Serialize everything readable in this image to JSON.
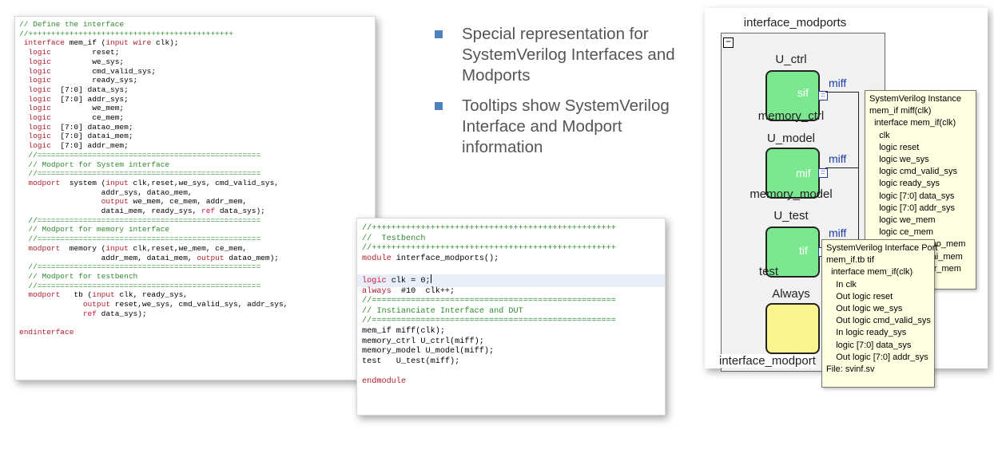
{
  "code_interface": {
    "lines": [
      [
        [
          "c",
          "// Define the interface"
        ]
      ],
      [
        [
          "c",
          "//+++++++++++++++++++++++++++++++++++++++++++++"
        ]
      ],
      [
        [
          "t",
          " "
        ],
        [
          "k",
          "interface"
        ],
        [
          "t",
          " mem_if ("
        ],
        [
          "k",
          "input"
        ],
        [
          "t",
          " "
        ],
        [
          "k",
          "wire"
        ],
        [
          "t",
          " clk);"
        ]
      ],
      [
        [
          "t",
          "  "
        ],
        [
          "k",
          "logic"
        ],
        [
          "t",
          "         reset;"
        ]
      ],
      [
        [
          "t",
          "  "
        ],
        [
          "k",
          "logic"
        ],
        [
          "t",
          "         we_sys;"
        ]
      ],
      [
        [
          "t",
          "  "
        ],
        [
          "k",
          "logic"
        ],
        [
          "t",
          "         cmd_valid_sys;"
        ]
      ],
      [
        [
          "t",
          "  "
        ],
        [
          "k",
          "logic"
        ],
        [
          "t",
          "         ready_sys;"
        ]
      ],
      [
        [
          "t",
          "  "
        ],
        [
          "k",
          "logic"
        ],
        [
          "t",
          "  [7:0] data_sys;"
        ]
      ],
      [
        [
          "t",
          "  "
        ],
        [
          "k",
          "logic"
        ],
        [
          "t",
          "  [7:0] addr_sys;"
        ]
      ],
      [
        [
          "t",
          "  "
        ],
        [
          "k",
          "logic"
        ],
        [
          "t",
          "         we_mem;"
        ]
      ],
      [
        [
          "t",
          "  "
        ],
        [
          "k",
          "logic"
        ],
        [
          "t",
          "         ce_mem;"
        ]
      ],
      [
        [
          "t",
          "  "
        ],
        [
          "k",
          "logic"
        ],
        [
          "t",
          "  [7:0] datao_mem;"
        ]
      ],
      [
        [
          "t",
          "  "
        ],
        [
          "k",
          "logic"
        ],
        [
          "t",
          "  [7:0] datai_mem;"
        ]
      ],
      [
        [
          "t",
          "  "
        ],
        [
          "k",
          "logic"
        ],
        [
          "t",
          "  [7:0] addr_mem;"
        ]
      ],
      [
        [
          "c",
          "  //================================================="
        ]
      ],
      [
        [
          "c",
          "  // Modport for System interface"
        ]
      ],
      [
        [
          "c",
          "  //================================================="
        ]
      ],
      [
        [
          "t",
          "  "
        ],
        [
          "k",
          "modport"
        ],
        [
          "t",
          "  system ("
        ],
        [
          "k",
          "input"
        ],
        [
          "t",
          " clk,reset,we_sys, cmd_valid_sys,"
        ]
      ],
      [
        [
          "t",
          "                  addr_sys, datao_mem,"
        ]
      ],
      [
        [
          "t",
          "                  "
        ],
        [
          "k",
          "output"
        ],
        [
          "t",
          " we_mem, ce_mem, addr_mem,"
        ]
      ],
      [
        [
          "t",
          "                  datai_mem, ready_sys, "
        ],
        [
          "r",
          "ref"
        ],
        [
          "t",
          " data_sys);"
        ]
      ],
      [
        [
          "c",
          "  //================================================="
        ]
      ],
      [
        [
          "c",
          "  // Modport for memory interface"
        ]
      ],
      [
        [
          "c",
          "  //================================================="
        ]
      ],
      [
        [
          "t",
          "  "
        ],
        [
          "k",
          "modport"
        ],
        [
          "t",
          "  memory ("
        ],
        [
          "k",
          "input"
        ],
        [
          "t",
          " clk,reset,we_mem, ce_mem,"
        ]
      ],
      [
        [
          "t",
          "                  addr_mem, datai_mem, "
        ],
        [
          "k",
          "output"
        ],
        [
          "t",
          " datao_mem);"
        ]
      ],
      [
        [
          "c",
          "  //================================================="
        ]
      ],
      [
        [
          "c",
          "  // Modport for testbench"
        ]
      ],
      [
        [
          "c",
          "  //================================================="
        ]
      ],
      [
        [
          "t",
          "  "
        ],
        [
          "k",
          "modport"
        ],
        [
          "t",
          "   tb ("
        ],
        [
          "k",
          "input"
        ],
        [
          "t",
          " clk, ready_sys,"
        ]
      ],
      [
        [
          "t",
          "              "
        ],
        [
          "k",
          "output"
        ],
        [
          "t",
          " reset,we_sys, cmd_valid_sys, addr_sys,"
        ]
      ],
      [
        [
          "t",
          "              "
        ],
        [
          "r",
          "ref"
        ],
        [
          "t",
          " data_sys);"
        ]
      ],
      [
        [
          "t",
          ""
        ]
      ],
      [
        [
          "k",
          "endinterface"
        ]
      ]
    ]
  },
  "code_testbench": {
    "lines": [
      [
        [
          "c",
          "//++++++++++++++++++++++++++++++++++++++++++++++++++"
        ]
      ],
      [
        [
          "c",
          "//  Testbench"
        ]
      ],
      [
        [
          "c",
          "//++++++++++++++++++++++++++++++++++++++++++++++++++"
        ]
      ],
      [
        [
          "k",
          "module"
        ],
        [
          "t",
          " interface_modports();"
        ]
      ],
      [
        [
          "t",
          ""
        ]
      ],
      [
        [
          "r",
          "logic"
        ],
        [
          "t",
          " clk = 0;"
        ],
        [
          "cursor",
          ""
        ]
      ],
      [
        [
          "k",
          "always"
        ],
        [
          "t",
          "  #10  clk++;"
        ]
      ],
      [
        [
          "c",
          "//=================================================="
        ]
      ],
      [
        [
          "c",
          "// Instianciate Interface and DUT"
        ]
      ],
      [
        [
          "c",
          "//=================================================="
        ]
      ],
      [
        [
          "t",
          "mem_if miff(clk);"
        ]
      ],
      [
        [
          "t",
          "memory_ctrl U_ctrl(miff);"
        ]
      ],
      [
        [
          "t",
          "memory_model U_model(miff);"
        ]
      ],
      [
        [
          "t",
          "test   U_test(miff);"
        ]
      ],
      [
        [
          "t",
          ""
        ]
      ],
      [
        [
          "k",
          "endmodule"
        ]
      ]
    ],
    "highlight_line": 5
  },
  "bullets": [
    "Special representation for SystemVerilog Interfaces and Modports",
    "Tooltips show SystemVerilog Interface and Modport information"
  ],
  "schematic": {
    "title": "interface_modports",
    "collapse_symbol": "−",
    "bottom_label": "interface_modport",
    "instances": [
      {
        "name": "U_ctrl",
        "module": "memory_ctrl",
        "port": "sif",
        "net": "miff"
      },
      {
        "name": "U_model",
        "module": "memory_model",
        "port": "mif",
        "net": "miff"
      },
      {
        "name": "U_test",
        "module": "test",
        "port": "tif",
        "net": "miff"
      }
    ],
    "always_label": "Always",
    "colors": {
      "block_green": "#7be88f",
      "block_yellow": "#fbf38b",
      "tooltip_bg": "#ffffe1",
      "bullet": "#4f81bd"
    },
    "tooltip_instance": [
      "SystemVerilog Instance",
      "mem_if miff(clk)",
      "  interface mem_if(clk)",
      "    clk",
      "    logic reset",
      "    logic we_sys",
      "    logic cmd_valid_sys",
      "    logic ready_sys",
      "    logic [7:0] data_sys",
      "    logic [7:0] addr_sys",
      "    logic we_mem",
      "    logic ce_mem",
      "    logic [7:0] datao_mem",
      "    logic [7:0] datai_mem",
      "    logic [7:0] addr_mem"
    ],
    "tooltip_port": [
      "SystemVerilog Interface Port",
      "mem_if.tb tif",
      "  interface mem_if(clk)",
      "    In clk",
      "    Out logic reset",
      "    Out logic we_sys",
      "    Out logic cmd_valid_sys",
      "    In logic ready_sys",
      "    logic [7:0] data_sys",
      "    Out logic [7:0] addr_sys",
      "File: svinf.sv"
    ]
  }
}
